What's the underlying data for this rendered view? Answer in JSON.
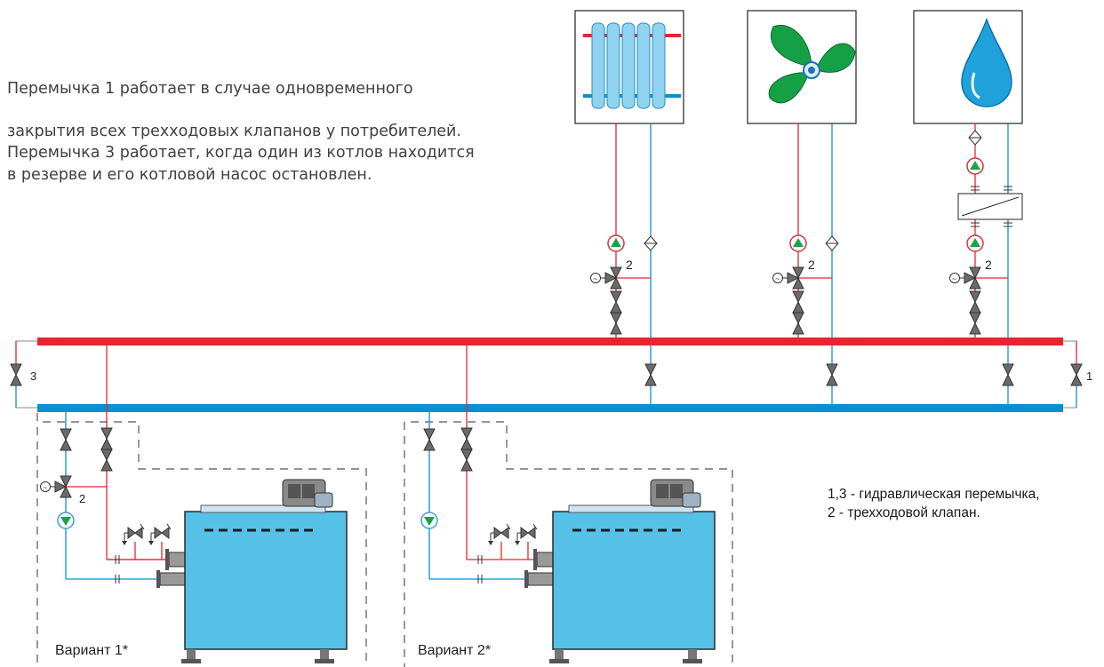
{
  "description": {
    "line1": "Перемычка 1 работает в случае одновременного",
    "line2": "закрытия всех трехходовых клапанов у потребителей.",
    "line3": "Перемычка 3 работает, когда один из котлов находится",
    "line4": "в резерве и его котловой насос остановлен."
  },
  "legend": {
    "line1": "1,3 - гидравлическая перемычка,",
    "line2": "2 - трехходовой клапан."
  },
  "labels": {
    "bypass_1": "1",
    "bypass_3": "3",
    "valve_2": "2",
    "variant_1": "Вариант 1*",
    "variant_2": "Вариант 2*"
  },
  "consumers": [
    {
      "icon": "radiator-icon"
    },
    {
      "icon": "fan-icon"
    },
    {
      "icon": "water-drop-icon"
    }
  ],
  "colors": {
    "supply": "#e8252f",
    "return": "#0a8fd0",
    "boiler": "#55c1e6",
    "pump": "#1aa34a",
    "valve": "#707070"
  }
}
